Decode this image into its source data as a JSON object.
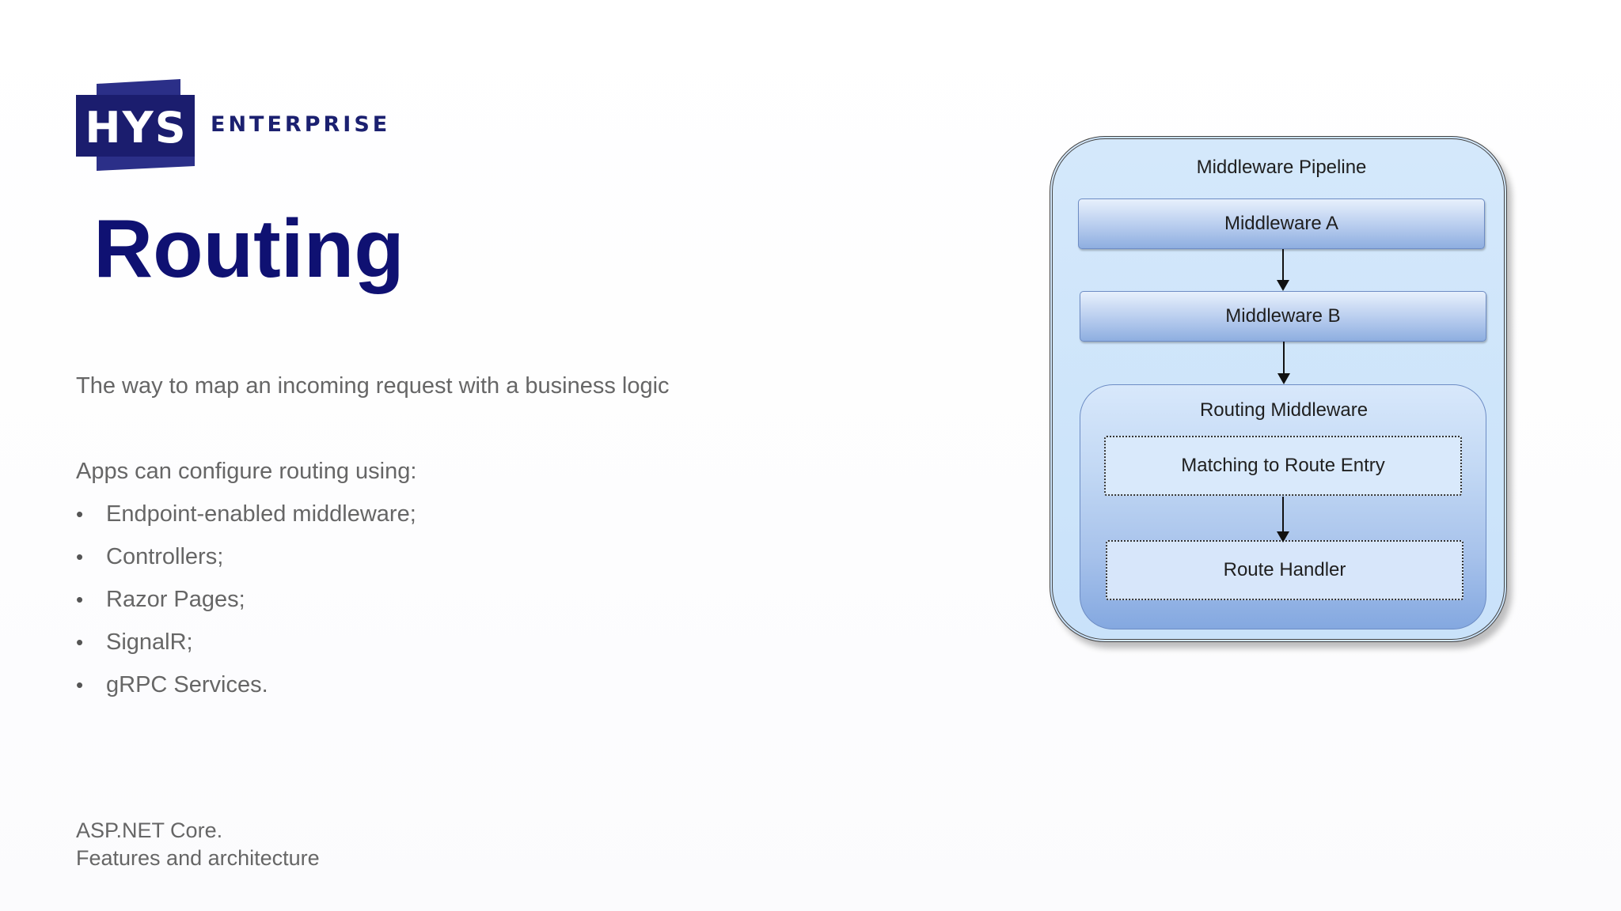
{
  "logo": {
    "mark": "HYS",
    "wordmark": "ENTERPRISE",
    "brand_color": "#1b1d6e"
  },
  "title": "Routing",
  "intro": "The way to map an incoming request with a business logic",
  "lead": "Apps can configure routing using:",
  "bullets": [
    "Endpoint-enabled middleware;",
    "Controllers;",
    "Razor Pages;",
    "SignalR;",
    "gRPC Services."
  ],
  "footer": {
    "line1": "ASP.NET Core.",
    "line2": "Features and architecture"
  },
  "diagram": {
    "pipeline_label": "Middleware Pipeline",
    "middleware_a": "Middleware A",
    "middleware_b": "Middleware B",
    "routing_label": "Routing Middleware",
    "matching": "Matching to Route Entry",
    "handler": "Route Handler"
  },
  "colors": {
    "title": "#0f1172",
    "body_text": "#666666",
    "diagram_fill": "#cfe5fb",
    "diagram_box": "#9fbbe6"
  }
}
